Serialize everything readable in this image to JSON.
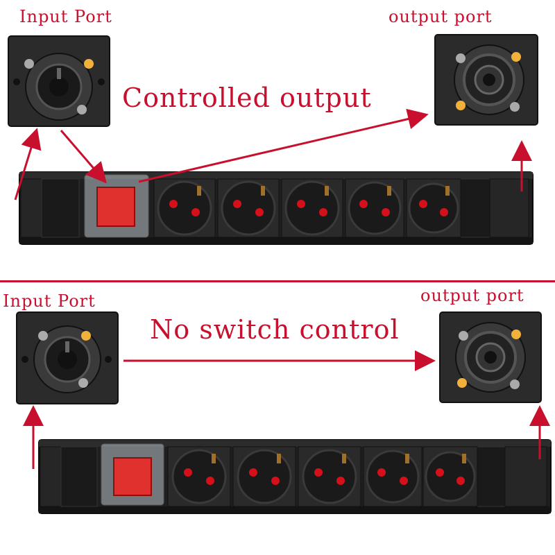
{
  "top": {
    "input_label": "Input Port",
    "output_label": "output port",
    "mode_label": "Controlled output"
  },
  "bottom": {
    "input_label": "Input Port",
    "output_label": "output port",
    "mode_label": "No switch control"
  },
  "colors": {
    "annotation": "#c8102e",
    "strip_body": "#1f1f1f",
    "switch": "#e0312f",
    "socket_contact": "#d4101a",
    "fuse_cap": "#f2b13a"
  },
  "icons": {
    "input_connector": "powercon-input-icon",
    "output_connector": "powercon-output-icon",
    "socket": "schuko-socket-icon",
    "switch": "rocker-switch-icon"
  }
}
